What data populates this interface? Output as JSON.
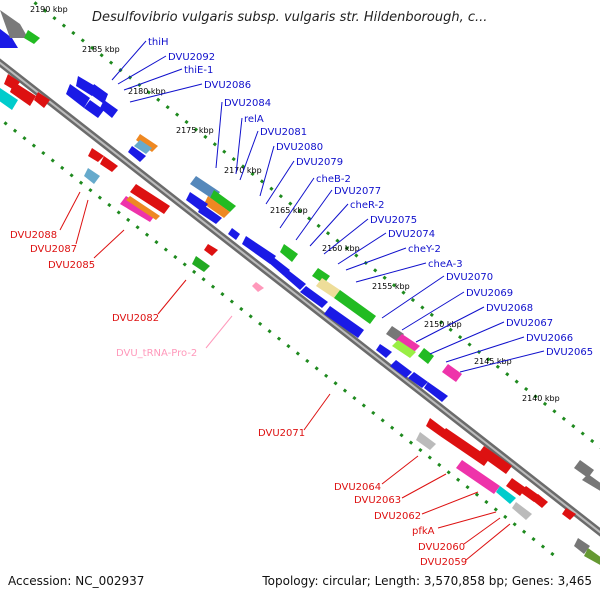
{
  "header": {
    "title": "Desulfovibrio vulgaris subsp. vulgaris str. Hildenborough, c..."
  },
  "footer": {
    "accession": "Accession: NC_002937",
    "summary": "Topology: circular; Length: 3,570,858 bp; Genes: 3,465"
  },
  "colors": {
    "backbone": "#808080",
    "ticks": "#1f8a1f",
    "forward_label": "#1010cc",
    "reverse_label": "#dd1111",
    "trna_label": "#ff99bb"
  },
  "scale": {
    "labels": [
      "2190 kbp",
      "2185 kbp",
      "2180 kbp",
      "2175 kbp",
      "2170 kbp",
      "2165 kbp",
      "2160 kbp",
      "2155 kbp",
      "2150 kbp",
      "2145 kbp",
      "2140 kbp"
    ]
  },
  "forward_genes": [
    "thiH",
    "DVU2092",
    "thiE-1",
    "DVU2086",
    "DVU2084",
    "relA",
    "DVU2081",
    "DVU2080",
    "DVU2079",
    "cheB-2",
    "DVU2077",
    "cheR-2",
    "DVU2075",
    "DVU2074",
    "cheY-2",
    "cheA-3",
    "DVU2070",
    "DVU2069",
    "DVU2068",
    "DVU2067",
    "DVU2066",
    "DVU2065"
  ],
  "reverse_genes": [
    "DVU2088",
    "DVU2087",
    "DVU2085",
    "DVU2082",
    "DVU2071",
    "DVU2064",
    "DVU2063",
    "DVU2062",
    "pfkA",
    "DVU2060",
    "DVU2059"
  ],
  "trna_genes": [
    "DVU_tRNA-Pro-2"
  ]
}
